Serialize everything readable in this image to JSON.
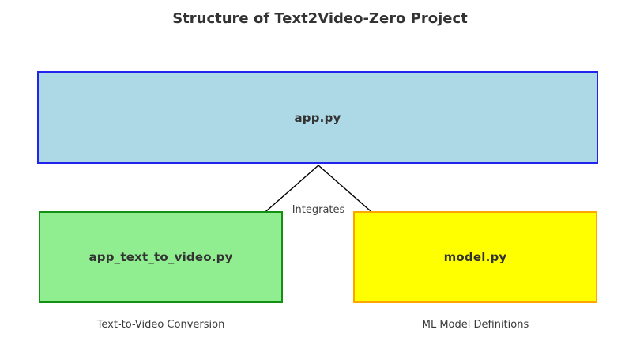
{
  "title": "Structure of Text2Video-Zero Project",
  "edge_label": "Integrates",
  "nodes": {
    "app": {
      "label": "app.py",
      "fill": "#add8e6",
      "border": "#2323ee"
    },
    "text_to_video": {
      "label": "app_text_to_video.py",
      "fill": "#90ee90",
      "border": "#149114",
      "caption": "Text-to-Video Conversion"
    },
    "model": {
      "label": "model.py",
      "fill": "#ffff00",
      "border": "#ffa500",
      "caption": "ML Model Definitions"
    }
  },
  "arrows": {
    "color": "#000000",
    "from_node": "app.py",
    "to_nodes": [
      "app_text_to_video.py",
      "model.py"
    ]
  }
}
